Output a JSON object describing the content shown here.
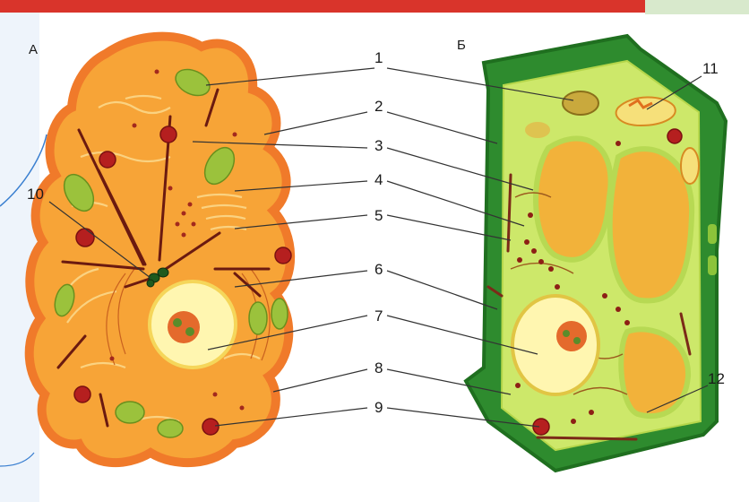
{
  "panels": {
    "animal": {
      "label": "А"
    },
    "plant": {
      "label": "Б"
    }
  },
  "callouts": [
    "1",
    "2",
    "3",
    "4",
    "5",
    "6",
    "7",
    "8",
    "9",
    "10",
    "11",
    "12"
  ],
  "colors": {
    "top_bar": "#d9342b",
    "animal_membrane": "#f07a2a",
    "animal_cytoplasm": "#f7a437",
    "plant_wall": "#2e8b2e",
    "plant_cytoplasm": "#cde86a",
    "vacuole": "#f2b23a",
    "nucleus": "#fff6b0",
    "nucleolus": "#e46a2c",
    "mitochondria": "#9bc23c",
    "ribosome": "#a3291d"
  }
}
